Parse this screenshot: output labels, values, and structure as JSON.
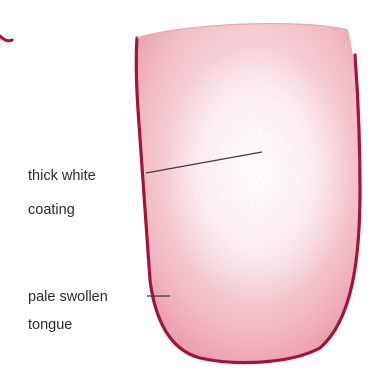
{
  "diagram": {
    "annotations": [
      {
        "id": "coating",
        "lines": [
          "thick white",
          "coating"
        ]
      },
      {
        "id": "tongue",
        "lines": [
          "pale swollen",
          "tongue"
        ]
      }
    ],
    "colors": {
      "outline": "#a3143c",
      "body": "#f2b9c3",
      "coating": "#fdf4f5",
      "leader": "#3a3a3a",
      "corner_mark": "#b01030"
    }
  }
}
